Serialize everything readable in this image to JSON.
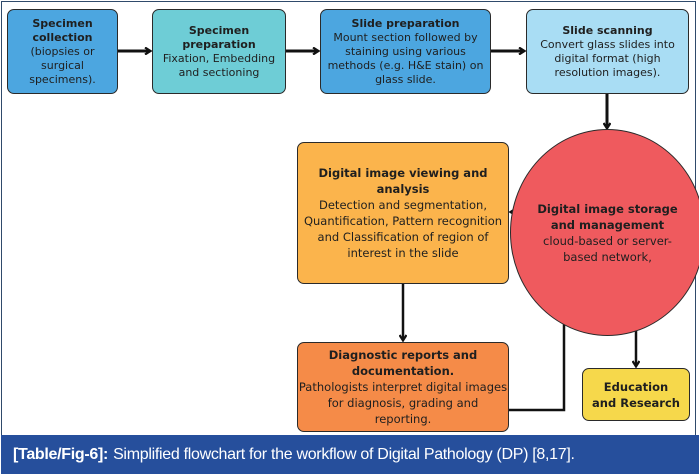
{
  "figure": {
    "nodes": [
      {
        "id": "specimen-collection",
        "title": "Specimen collection",
        "body": "(biopsies or surgical specimens)."
      },
      {
        "id": "specimen-preparation",
        "title": "Specimen preparation",
        "body": "Fixation, Embedding and sectioning"
      },
      {
        "id": "slide-preparation",
        "title": "Slide preparation",
        "body": "Mount section followed by staining using various methods (e.g. H&E stain) on glass slide."
      },
      {
        "id": "slide-scanning",
        "title": "Slide scanning",
        "body": "Convert glass slides into digital format (high resolution images)."
      },
      {
        "id": "digital-image-storage",
        "title": "Digital image storage and management",
        "body": "cloud-based or server-based network,"
      },
      {
        "id": "digital-image-viewing",
        "title": "Digital image viewing and analysis",
        "body": "Detection and segmentation, Quantification, Pattern recognition and Classification of region of interest in the slide"
      },
      {
        "id": "diagnostic-reports",
        "title": "Diagnostic reports and documentation.",
        "body": "Pathologists interpret digital images for diagnosis, grading and reporting."
      },
      {
        "id": "education-research",
        "title": "Education and Research",
        "body": ""
      }
    ],
    "edges": [
      {
        "from": "specimen-collection",
        "to": "specimen-preparation"
      },
      {
        "from": "specimen-preparation",
        "to": "slide-preparation"
      },
      {
        "from": "slide-preparation",
        "to": "slide-scanning"
      },
      {
        "from": "slide-scanning",
        "to": "digital-image-storage"
      },
      {
        "from": "digital-image-storage",
        "to": "digital-image-viewing"
      },
      {
        "from": "digital-image-viewing",
        "to": "diagnostic-reports"
      },
      {
        "from": "diagnostic-reports",
        "to": "digital-image-storage"
      },
      {
        "from": "digital-image-storage",
        "to": "education-research"
      }
    ],
    "colors": {
      "specimen_collection": "#4ca6e0",
      "specimen_preparation": "#6ecdd6",
      "slide_preparation": "#4ca6e0",
      "slide_scanning": "#a9ddf4",
      "storage": "#ef5a5e",
      "viewing": "#fbb44c",
      "diagnostic": "#f58b48",
      "education": "#f6d84b",
      "caption_band": "#264f9c"
    }
  },
  "caption": {
    "label": "[Table/Fig-6]:",
    "text": "Simplified flowchart for the workflow of Digital Pathology (DP) [8,17]."
  }
}
